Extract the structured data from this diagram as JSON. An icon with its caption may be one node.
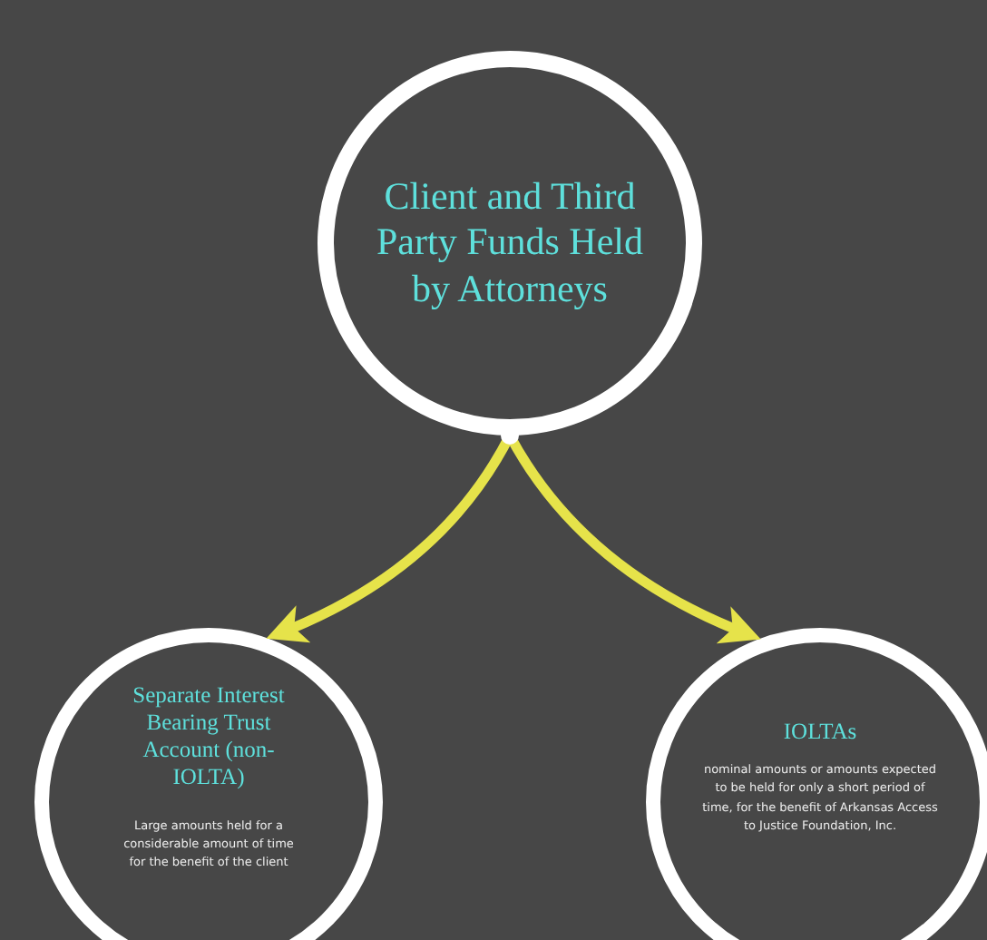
{
  "diagram": {
    "nodes": [
      {
        "text": [
          "Client and Third Party Funds Held by Attorneys"
        ]
      },
      {
        "text": [
          "Separate Interest Bearing Trust Account (non-IOLTA)",
          "Large amounts held for a considerable amount of time for the benefit of the client"
        ]
      },
      {
        "text": [
          "IOLTAs",
          "nominal amounts or amounts expected to be held for only a short period of time, for the benefit of Arkansas Access to Justice Foundation, Inc."
        ]
      }
    ],
    "edges": [
      {
        "from": 0,
        "to": 1,
        "arrow": "to"
      },
      {
        "from": 0,
        "to": 2,
        "arrow": "to"
      }
    ]
  }
}
